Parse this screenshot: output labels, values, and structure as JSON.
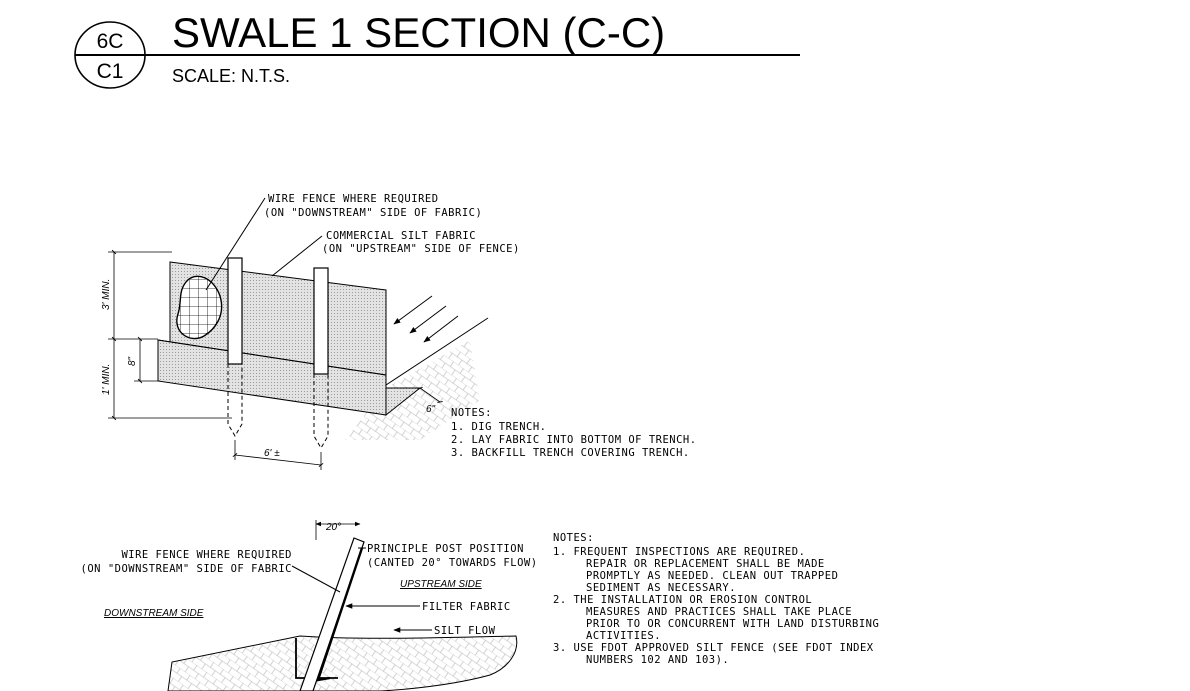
{
  "detail": {
    "bubble_top": "6C",
    "bubble_bottom": "C1",
    "title": "SWALE 1 SECTION (C-C)",
    "scale": "SCALE: N.T.S."
  },
  "isometric": {
    "callout_wire_1": "WIRE FENCE WHERE REQUIRED",
    "callout_wire_2": "(ON \"DOWNSTREAM\" SIDE OF FABRIC)",
    "callout_fabric_1": "COMMERCIAL SILT FABRIC",
    "callout_fabric_2": "(ON \"UPSTREAM\" SIDE OF FENCE)",
    "dim_fabric_height": "3' MIN.",
    "dim_embed": "8\"",
    "dim_post_embed": "1' MIN.",
    "dim_trench": "6\"",
    "dim_spacing": "6' ±",
    "notes_title": "NOTES:",
    "notes": [
      "1. DIG TRENCH.",
      "2. LAY FABRIC INTO BOTTOM OF TRENCH.",
      "3. BACKFILL TRENCH COVERING TRENCH."
    ]
  },
  "section": {
    "dim_angle": "20°",
    "callout_post_1": "PRINCIPLE POST POSITION",
    "callout_post_2": "(CANTED 20° TOWARDS FLOW)",
    "callout_wire_1": "WIRE FENCE WHERE REQUIRED",
    "callout_wire_2": "(ON \"DOWNSTREAM\" SIDE OF FABRIC",
    "upstream_label": "UPSTREAM SIDE",
    "downstream_label": "DOWNSTREAM SIDE",
    "filter_fabric": "FILTER FABRIC",
    "silt_flow": "SILT FLOW"
  },
  "general_notes": {
    "title": "NOTES:",
    "lines": [
      "1. FREQUENT INSPECTIONS ARE REQUIRED.",
      "REPAIR OR REPLACEMENT SHALL BE MADE",
      "PROMPTLY AS NEEDED. CLEAN OUT TRAPPED",
      "SEDIMENT AS NECESSARY.",
      "2. THE INSTALLATION OR EROSION CONTROL",
      "MEASURES AND PRACTICES SHALL TAKE PLACE",
      "PRIOR TO OR CONCURRENT WITH LAND DISTURBING",
      "ACTIVITIES.",
      "3. USE FDOT APPROVED SILT FENCE (SEE FDOT INDEX",
      "NUMBERS 102 AND 103)."
    ]
  }
}
